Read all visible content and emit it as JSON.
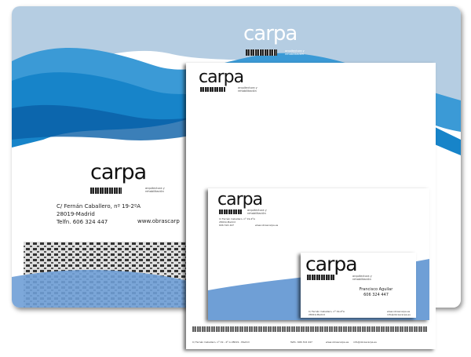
{
  "brand": {
    "name": "carpa",
    "tagline": [
      "arquitectura y",
      "rehabilitación"
    ]
  },
  "contact": {
    "address": "C/ Fernán Caballero, nº 19-2ºA",
    "city": "28019-Madrid",
    "phone": "Telfn. 606 324 447",
    "web_cut": "www.obrascarp",
    "web": "www.obrascarpa.es",
    "email": "info@obrascarpa.es"
  },
  "letterhead_footer": {
    "address": "C/ Fernán Caballero, nº 19 - 2º A    28019 - Madrid",
    "phone": "Telfn. 606 324 447",
    "web": "www.obrascarpa.es",
    "email": "info@obrascarpa.es"
  },
  "card": {
    "person": "Francisco Aguilar",
    "phone": "606 324 447",
    "address": "C/ Fernán Caballero, nº 19-2ºA",
    "city": "28019-Madrid"
  },
  "compliment": {
    "address": "C/ Fernán Caballero, nº 19-2ºA",
    "city": "28019-Madrid",
    "phone": "606 324 447",
    "web": "www.obrascarpa.es"
  },
  "colors": {
    "sky": "#b5cde2",
    "wave_light": "#3b9ad6",
    "wave_mid": "#1784c9",
    "wave_dark": "#0a5fa6",
    "photo_tint": "#6f9fd6"
  }
}
